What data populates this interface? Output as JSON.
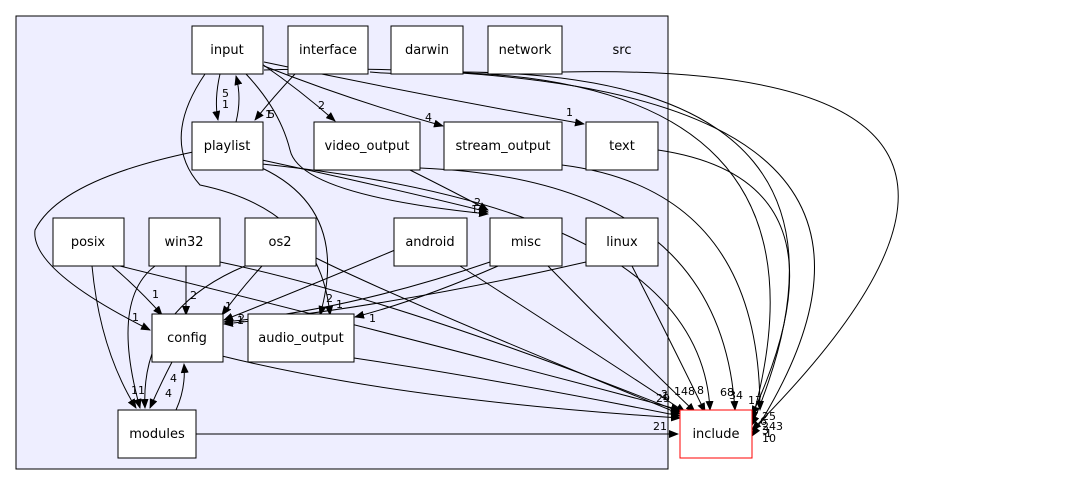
{
  "cluster": {
    "label": "src"
  },
  "nodes": {
    "input": "input",
    "interface": "interface",
    "darwin": "darwin",
    "network": "network",
    "playlist": "playlist",
    "video_output": "video_output",
    "stream_output": "stream_output",
    "text": "text",
    "posix": "posix",
    "win32": "win32",
    "os2": "os2",
    "android": "android",
    "misc": "misc",
    "linux": "linux",
    "config": "config",
    "audio_output": "audio_output",
    "modules": "modules",
    "include": "include"
  },
  "colors": {
    "cluster_fill": "#eeeeff",
    "highlight": "#ff0000"
  },
  "edge_labels": {
    "input_playlist": "1",
    "playlist_input": "5",
    "interface_playlist": "1",
    "input_video_output": "2",
    "input_stream_output": "4",
    "input_text": "1",
    "stream_misc_a": "2",
    "stream_misc_b": "1",
    "stream_misc_c": "5",
    "posix_config": "1",
    "win32_config": "2",
    "os2_config": "1",
    "misc_config_a": "1",
    "misc_config_b": "2",
    "os2_modules": "1",
    "win32_modules_a": "1",
    "win32_modules_b": "1",
    "misc_audio": "1",
    "input_audio": "1",
    "playlist_audio": "2",
    "config_modules": "4",
    "modules_config": "4",
    "modules_include": "21",
    "inc_left_a": "29",
    "inc_left_b": "2",
    "inc_left_c": "1",
    "inc_mid_a": "148",
    "inc_mid_b": "8",
    "inc_mid_c": "68",
    "inc_mid_d": "34",
    "inc_mid_e": "17",
    "inc_right_a": "25",
    "inc_right_b": "243",
    "inc_right_c": "6",
    "inc_right_d": "3",
    "inc_right_e": "10",
    "inc_right_f": "1"
  }
}
